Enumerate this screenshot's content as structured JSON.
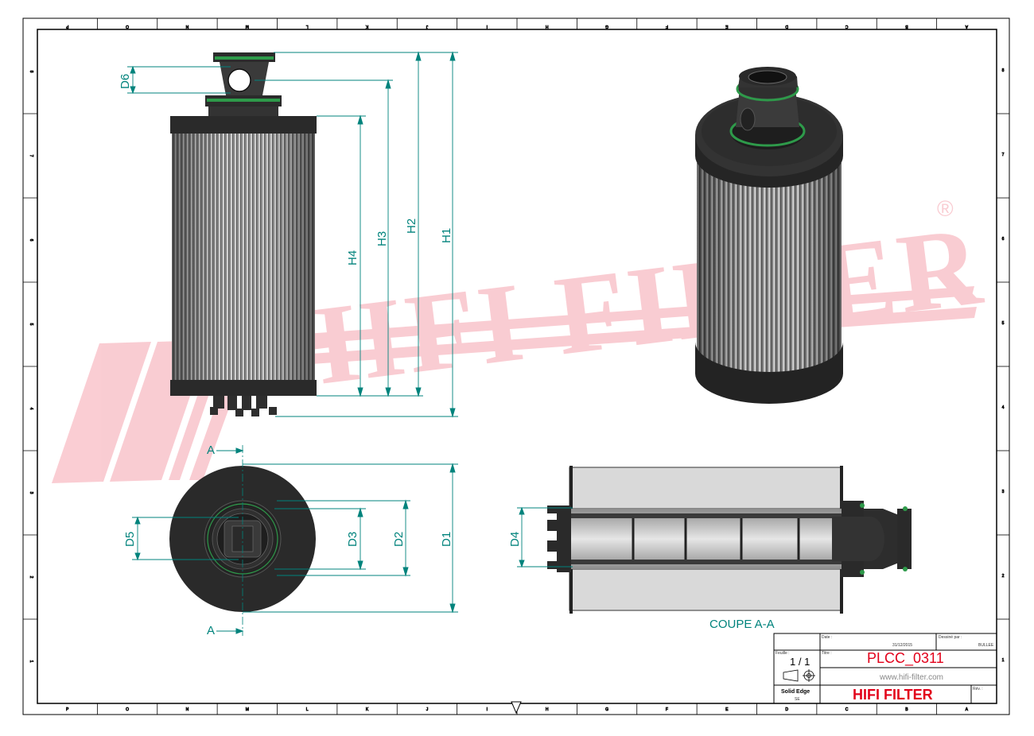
{
  "drawing": {
    "dimensions": {
      "H1": "H1",
      "H2": "H2",
      "H3": "H3",
      "H4": "H4",
      "D1": "D1",
      "D2": "D2",
      "D3": "D3",
      "D4": "D4",
      "D5": "D5",
      "D6": "D6"
    },
    "section_marks": {
      "top": "A",
      "bottom": "A"
    },
    "section_caption": "COUPE A-A",
    "watermark": "HIFI FILTER",
    "watermark_reg": "®",
    "frame_columns": [
      "P",
      "O",
      "N",
      "M",
      "L",
      "K",
      "J",
      "I",
      "H",
      "G",
      "F",
      "E",
      "D",
      "C",
      "B",
      "A"
    ],
    "frame_rows": [
      "8",
      "7",
      "6",
      "5",
      "4",
      "3",
      "2",
      "1"
    ]
  },
  "title_block": {
    "date_label": "Date :",
    "date_value": "31/12/2015",
    "drawn_label": "Dessiné par :",
    "drawn_value": "BULLEE",
    "sheet_label": "Feuille :",
    "sheet_value": "1 / 1",
    "title_label": "Titre :",
    "part_number": "PLCC_0311",
    "website": "www.hifi-filter.com",
    "company": "HIFI FILTER",
    "edge_label": "Solid Edge",
    "edge_value": "SE",
    "rev_label": "Rév. :"
  },
  "colors": {
    "dimension": "#00837c",
    "title_red": "#e2001a",
    "watermark": "#f9c4cb",
    "seal_green": "#2e9a4a",
    "body_dark": "#2b2b2b"
  }
}
